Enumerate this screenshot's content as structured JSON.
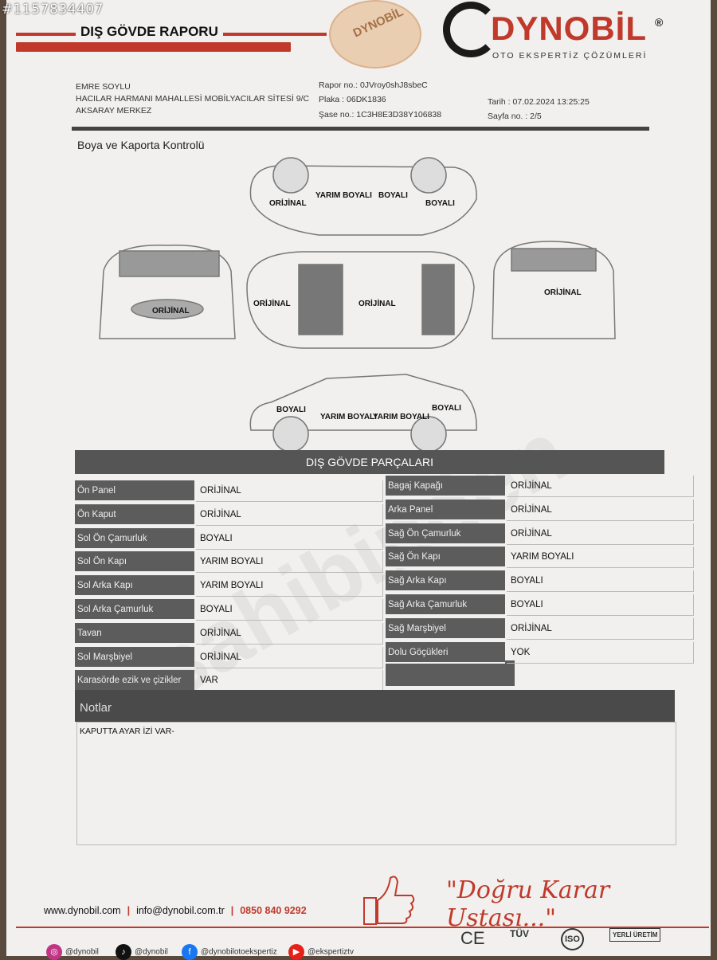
{
  "watermark_id": "#1157834407",
  "header": {
    "doc_title": "DIŞ GÖVDE RAPORU",
    "stamp_text": "DYNOBİL",
    "logo_text": "DYNOBİL",
    "logo_reg": "®",
    "logo_sub": "OTO EKSPERTİZ ÇÖZÜMLERİ"
  },
  "customer": {
    "name": "EMRE SOYLU",
    "address_line1": "HACILAR HARMANI MAHALLESİ MOBİLYACILAR SİTESİ 9/C",
    "address_line2": "AKSARAY MERKEZ"
  },
  "report": {
    "rapor_no": "Rapor no.: 0JVroy0shJ8sbeC",
    "plaka": "Plaka : 06DK1836",
    "sase_no": "Şase no.: 1C3H8E3D38Y106838",
    "tarih": "Tarih : 07.02.2024 13:25:25",
    "sayfa": "Sayfa no. : 2/5"
  },
  "section_title": "Boya ve Kaporta Kontrolü",
  "diagram_labels": {
    "top_orijinal": "ORİJİNAL",
    "top_yarim": "YARIM BOYALI",
    "top_boyali1": "BOYALI",
    "top_boyali2": "BOYALI",
    "front": "ORİJİNAL",
    "roof_left": "ORİJİNAL",
    "roof_center": "ORİJİNAL",
    "rear": "ORİJİNAL",
    "side_boyali1": "BOYALI",
    "side_yarim1": "YARIM BOYALI",
    "side_yarim2": "YARIM BOYALI",
    "side_boyali2": "BOYALI"
  },
  "table": {
    "title": "DIŞ GÖVDE PARÇALARI",
    "left": [
      {
        "part": "Ön Panel",
        "status": "ORİJİNAL"
      },
      {
        "part": "Ön Kaput",
        "status": "ORİJİNAL"
      },
      {
        "part": "Sol Ön Çamurluk",
        "status": "BOYALI"
      },
      {
        "part": "Sol Ön Kapı",
        "status": "YARIM BOYALI"
      },
      {
        "part": "Sol Arka Kapı",
        "status": "YARIM BOYALI"
      },
      {
        "part": "Sol Arka Çamurluk",
        "status": "BOYALI"
      },
      {
        "part": "Tavan",
        "status": "ORİJİNAL"
      },
      {
        "part": "Sol Marşbiyel",
        "status": "ORİJİNAL"
      },
      {
        "part": "Karasörde ezik ve çizikler",
        "status": "VAR"
      }
    ],
    "right": [
      {
        "part": "Bagaj Kapağı",
        "status": "ORİJİNAL"
      },
      {
        "part": "Arka Panel",
        "status": "ORİJİNAL"
      },
      {
        "part": "Sağ Ön Çamurluk",
        "status": "ORİJİNAL"
      },
      {
        "part": "Sağ Ön Kapı",
        "status": "YARIM BOYALI"
      },
      {
        "part": "Sağ Arka Kapı",
        "status": "BOYALI"
      },
      {
        "part": "Sağ Arka Çamurluk",
        "status": "BOYALI"
      },
      {
        "part": "Sağ Marşbiyel",
        "status": "ORİJİNAL"
      },
      {
        "part": "Dolu Göçükleri",
        "status": "YOK"
      }
    ]
  },
  "notes": {
    "title": "Notlar",
    "text": "KAPUTTA AYAR İZİ VAR-"
  },
  "footer": {
    "slogan": "\"Doğru Karar Ustası...\"",
    "website": "www.dynobil.com",
    "email": "info@dynobil.com.tr",
    "phone": "0850 840 9292",
    "social": [
      "@dynobil",
      "@dynobil",
      "@dynobilotoekspertiz",
      "@ekspertiztv"
    ],
    "certs": [
      "CE",
      "TÜV",
      "ISO",
      "YERLİ ÜRETİM"
    ]
  },
  "colors": {
    "brand_red": "#c0392b",
    "table_dark": "#5c5c5c"
  },
  "bg_watermark": "sahibinden"
}
